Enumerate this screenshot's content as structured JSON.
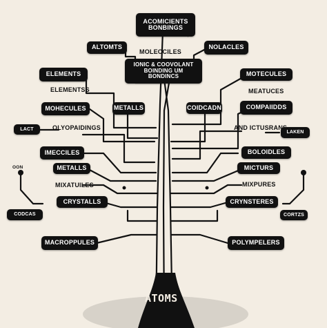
{
  "colors": {
    "background": "#f3ede3",
    "ink": "#111111",
    "box_text": "#ffffff"
  },
  "title": "ATOMS",
  "boxes": {
    "acomicients": "ACOMICIENTS\nBONBINGS",
    "altomts": "ALTOMTS",
    "nolacles": "NOLACLES",
    "ionic": "IONIC & COOVOLANT\nBOINDING UM\nBONDINCS",
    "elements_left": "ELEMENTS",
    "motecules": "MOTECULES",
    "mohecules": "MOHECULES",
    "metalls_top": "METALLS",
    "coidcadn": "COIDCADN",
    "compaiidds": "COMPAIIDDS",
    "lact": "LACT",
    "laken": "LAKEN",
    "imeccilles": "IMECCILES",
    "boloidles": "BOLOIDLES",
    "metalls_mid": "METALLS",
    "micturs": "MICTURS",
    "crystalls": "CRYSTALLS",
    "crynsteres": "CRYNSTERES",
    "codcas": "CODCAS",
    "cortzs": "CORTZS",
    "macroppules": "MACROPPULES",
    "polympelers": "POLYMPELERS"
  },
  "labels": {
    "molecciles": "MOLECCILES",
    "arrow": "→",
    "elementss": "ELEMENTSS",
    "meatuces": "MEATUCES",
    "olyopaidings": "OLYOPAIDINGS",
    "and_ictusrans": "AND ICTUSRANS",
    "mixatulles": "MIXATUILES",
    "mixpures": "MIXPURES",
    "oon": "OON"
  }
}
